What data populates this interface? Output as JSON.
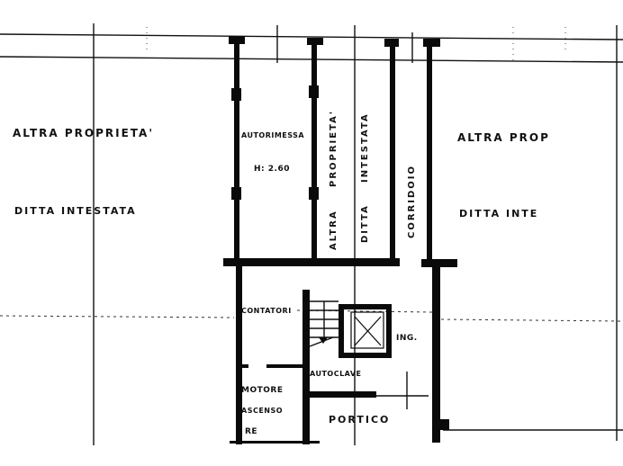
{
  "drawing": {
    "type": "floor-plan",
    "colors": {
      "ink": "#0a0a0a",
      "paper": "#ffffff"
    }
  },
  "rooms": {
    "left_top_owner": "ALTRA   PROPRIETA'",
    "left_bottom_owner": "DITTA   INTESTATA",
    "right_top_owner": "ALTRA   PROP",
    "right_bottom_owner": "DITTA   INTE",
    "autorimessa": "AUTORIMESSA",
    "height_note": "H: 2.60",
    "strip1_top": "PROPRIETA'",
    "strip1_bottom": "ALTRA",
    "strip2_top": "INTESTATA",
    "strip2_bottom": "DITTA",
    "corridor": "CORRIDOIO",
    "contatori": "CONTATORI",
    "ingresso": "ING.",
    "autoclave": "AUTOCLAVE",
    "motore_1": "MOTORE",
    "motore_2": "ASCENSO",
    "motore_3": "RE",
    "portico": "PORTICO"
  }
}
